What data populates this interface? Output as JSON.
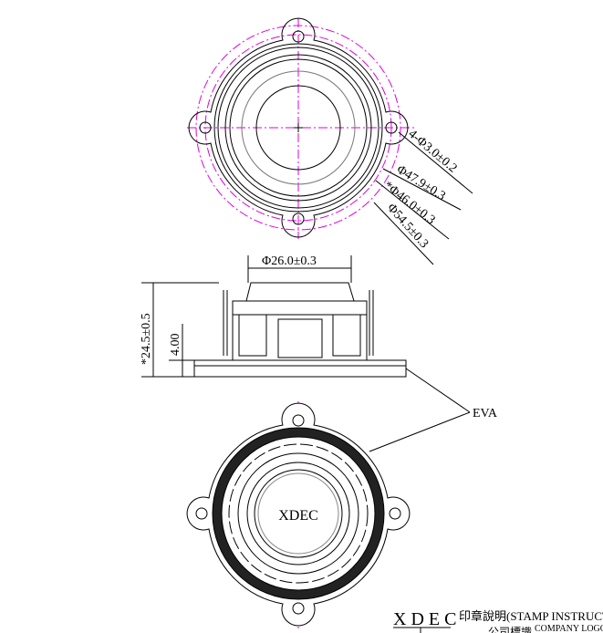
{
  "top_view": {
    "dims": [
      "4-Φ3.0±0.2",
      "Φ47.9±0.3",
      "*Φ46.0±0.3",
      "Φ54.5±0.3"
    ]
  },
  "side_view": {
    "width_dim": "Φ26.0±0.3",
    "height_dim": "*24.5±0.5",
    "base_dim": "4.00"
  },
  "eva_label": "EVA",
  "bottom_view": {
    "logo_text": "XDEC"
  },
  "stamp": {
    "logo": "X D E C",
    "title": "印章說明(STAMP INSTRUCTION):",
    "sub_label": "公司標識",
    "sub_label_en": "COMPANY LOGO"
  },
  "colors": {
    "centerline": "#e000e0",
    "line": "#000000"
  }
}
